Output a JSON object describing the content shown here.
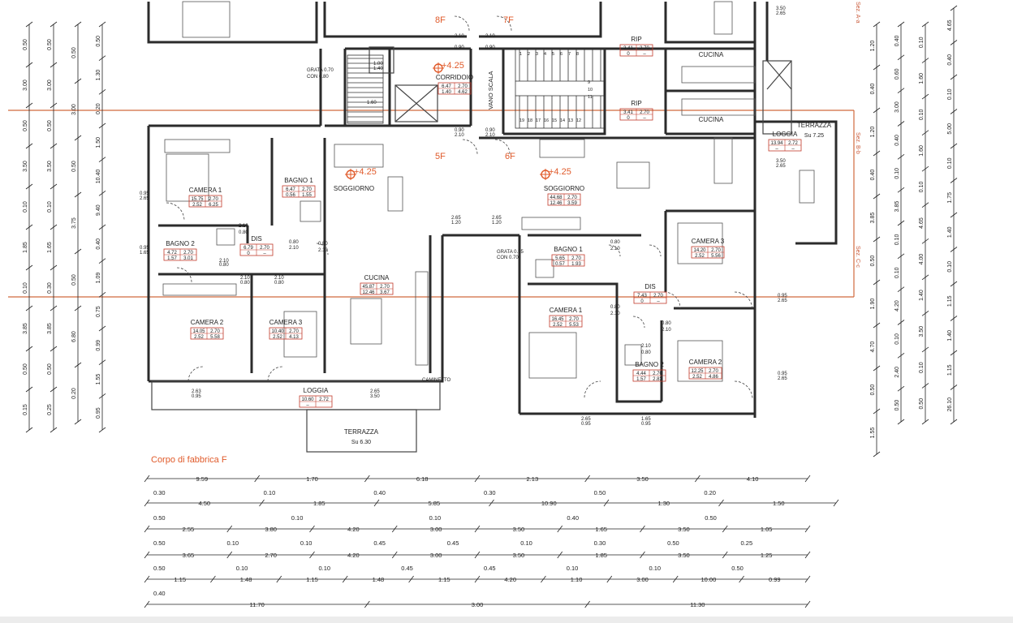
{
  "drawing": {
    "caption": "Corpo di fabbrica F",
    "colors": {
      "ink": "#222222",
      "accent": "#e05a2a",
      "line": "#c95a3a",
      "wall": "#2b2b2b"
    },
    "level_marks": [
      "+4.25",
      "+4.25",
      "+4.25"
    ],
    "apartment_labels": [
      "8F",
      "7F",
      "5F",
      "6F"
    ],
    "rooms": [
      {
        "name": "CAMERA 1",
        "areas": [
          "15.75",
          "2.70",
          "2.52",
          "6.25"
        ]
      },
      {
        "name": "BAGNO 1",
        "areas": [
          "6.47",
          "2.70",
          "0.56",
          "1.55"
        ]
      },
      {
        "name": "SOGGIORNO",
        "areas": []
      },
      {
        "name": "BAGNO 2",
        "areas": [
          "4.72",
          "2.70",
          "1.57",
          "3.01"
        ]
      },
      {
        "name": "DIS",
        "areas": [
          "6.79",
          "2.70",
          "0",
          "–"
        ]
      },
      {
        "name": "CUCINA",
        "areas": [
          "45.87",
          "2.70",
          "12.46",
          "3.67"
        ]
      },
      {
        "name": "CAMERA 2",
        "areas": [
          "14.05",
          "2.70",
          "2.52",
          "5.58"
        ]
      },
      {
        "name": "CAMERA 3",
        "areas": [
          "10.40",
          "2.70",
          "2.52",
          "4.13"
        ]
      },
      {
        "name": "LOGGIA",
        "areas": [
          "10.60",
          "2.72",
          "–",
          ""
        ]
      },
      {
        "name": "TERRAZZA",
        "areas": [
          "Su 6.30"
        ]
      },
      {
        "name": "CORRIDOIO",
        "areas": [
          "6.47",
          "2.70",
          "1.40",
          "4.62"
        ]
      },
      {
        "name": "VANO SCALA",
        "areas": []
      },
      {
        "name": "RIP",
        "areas": [
          "3.41",
          "2.70",
          "0",
          "–"
        ]
      },
      {
        "name": "RIP",
        "areas": [
          "3.41",
          "2.70",
          "0",
          "–"
        ]
      },
      {
        "name": "CUCINA",
        "areas": []
      },
      {
        "name": "CUCINA",
        "areas": []
      },
      {
        "name": "SOGGIORNO",
        "areas": [
          "44.68",
          "2.70",
          "12.46",
          "3.59"
        ]
      },
      {
        "name": "LOGGIA",
        "areas": [
          "13.94",
          "2.72",
          "–",
          "–"
        ]
      },
      {
        "name": "TERRAZZA",
        "areas": [
          "Su 7.25"
        ]
      },
      {
        "name": "BAGNO 1",
        "areas": [
          "5.65",
          "2.70",
          "0.57",
          "1.93"
        ]
      },
      {
        "name": "CAMERA 3",
        "areas": [
          "14.20",
          "2.70",
          "2.52",
          "5.56"
        ]
      },
      {
        "name": "DIS",
        "areas": [
          "7.43",
          "2.70",
          "0",
          "–"
        ]
      },
      {
        "name": "CAMERA 1",
        "areas": [
          "16.45",
          "2.70",
          "2.52",
          "5.53"
        ]
      },
      {
        "name": "BAGNO 2",
        "areas": [
          "4.44",
          "2.70",
          "1.57",
          "2.83"
        ]
      },
      {
        "name": "CAMERA 2",
        "areas": [
          "12.25",
          "2.70",
          "2.52",
          "4.86"
        ]
      }
    ],
    "door_labels": [
      "0.90",
      "2.10",
      "2.10",
      "0.90",
      "2.10",
      "0.90",
      "2.10",
      "0.90",
      "0.95",
      "2.65",
      "0.95",
      "1.65",
      "2.10",
      "0.80",
      "2.10",
      "0.80",
      "0.80",
      "2.10",
      "2.10",
      "0.80",
      "2.10",
      "0.80",
      "2.65",
      "1.20",
      "2.65",
      "1.20",
      "0.95",
      "2.65",
      "0.95",
      "2.65",
      "2.63",
      "0.95",
      "2.65",
      "3.50",
      "0.80",
      "2.10",
      "0.80",
      "2.10",
      "0.80",
      "2.10",
      "2.10",
      "0.80",
      "2.65",
      "0.95",
      "1.65",
      "0.95",
      "3.50",
      "2.65",
      "1.00",
      "1.40",
      "1.60",
      "3.50",
      "2.65",
      "0.80",
      "2.10",
      "GRATA 0.95",
      "CON 0.70",
      "GRATA 0.70",
      "CON 0.80",
      "CAMINETTO"
    ],
    "stair_numbers": [
      "1",
      "2",
      "3",
      "4",
      "5",
      "6",
      "7",
      "8",
      "9",
      "10",
      "11",
      "12",
      "13",
      "14",
      "15",
      "16",
      "17",
      "18",
      "19"
    ],
    "left_dims": [
      [
        "0.50",
        "3.00",
        "0.50",
        "3.50",
        "0.10",
        "1.85",
        "0.10",
        "3.85",
        "0.50",
        "0.15"
      ],
      [
        "0.50",
        "3.00",
        "0.50",
        "3.50",
        "0.10",
        "1.65",
        "0.30",
        "3.85",
        "0.50",
        "0.25"
      ],
      [
        "0.50",
        "3.00",
        "0.50",
        "3.75",
        "0.50",
        "6.80",
        "0.20"
      ],
      [
        "0.50",
        "1.30",
        "0.20",
        "1.50",
        "10.40",
        "9.40",
        "0.40",
        "1.09",
        "0.75",
        "0.99",
        "1.55",
        "0.95"
      ]
    ],
    "right_dims": [
      [
        "1.20",
        "0.40",
        "1.20",
        "0.40",
        "3.85",
        "0.50",
        "1.90",
        "4.70",
        "0.50",
        "1.55"
      ],
      [
        "0.40",
        "0.60",
        "3.00",
        "0.40",
        "0.10",
        "3.85",
        "0.10",
        "0.10",
        "4.20",
        "0.10",
        "2.40",
        "0.50"
      ],
      [
        "0.10",
        "1.60",
        "0.10",
        "1.60",
        "0.10",
        "4.65",
        "4.00",
        "1.40",
        "3.50",
        "0.10",
        "0.50"
      ],
      [
        "4.65",
        "0.40",
        "0.10",
        "5.00",
        "0.10",
        "1.75",
        "1.40",
        "0.10",
        "1.15",
        "1.40",
        "1.15",
        "26.10"
      ]
    ],
    "section_labels": [
      "Sez. A-a",
      "Sez. B-b",
      "Sez. C-c"
    ],
    "bottom_dims": {
      "row1": [
        "9.59",
        "1.70",
        "6.18",
        "2.13",
        "3.50",
        "4.10"
      ],
      "row1_small": [
        "0.30",
        "0.10",
        "0.40",
        "0.30",
        "0.50",
        "0.20"
      ],
      "row2": [
        "4.50",
        "1.85",
        "5.85",
        "10.90",
        "1.30",
        "1.50"
      ],
      "row2_small": [
        "0.50",
        "0.10",
        "0.10",
        "0.40",
        "0.50"
      ],
      "row3": [
        "2.55",
        "3.80",
        "4.20",
        "3.00",
        "3.50",
        "1.65",
        "3.50",
        "1.05"
      ],
      "row3_small": [
        "0.50",
        "0.10",
        "0.10",
        "0.45",
        "0.45",
        "0.10",
        "0.30",
        "0.50",
        "0.25"
      ],
      "row4": [
        "3.65",
        "2.70",
        "4.20",
        "3.00",
        "3.50",
        "1.85",
        "3.50",
        "1.25"
      ],
      "row4_small": [
        "0.50",
        "0.10",
        "0.10",
        "0.45",
        "0.45",
        "0.10",
        "0.10",
        "0.50"
      ],
      "row5": [
        "1.15",
        "1.48",
        "1.15",
        "1.48",
        "1.15",
        "4.20",
        "1.10",
        "3.00",
        "10.00",
        "0.99"
      ],
      "row5_small": [
        "0.40"
      ],
      "row6": [
        "11.70",
        "3.00",
        "11.30"
      ]
    }
  }
}
